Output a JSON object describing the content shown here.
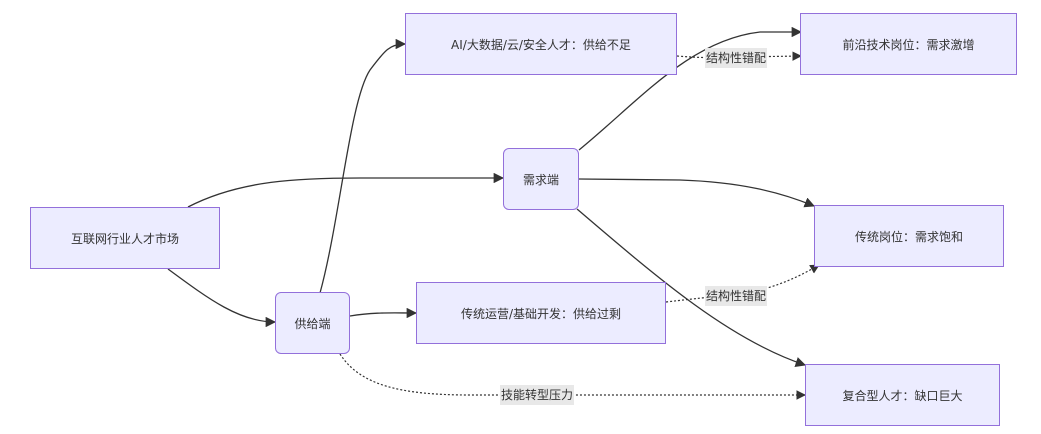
{
  "diagram": {
    "type": "flowchart",
    "direction": "LR",
    "colors": {
      "node_fill": "#ececff",
      "node_border": "#9370db",
      "edge": "#333333",
      "label_bg": "#e8e8e8",
      "text": "#333333"
    },
    "nodes": {
      "market": {
        "label": "互联网行业人才市场",
        "shape": "rect"
      },
      "supply": {
        "label": "供给端",
        "shape": "round"
      },
      "demand": {
        "label": "需求端",
        "shape": "round"
      },
      "ai_talent": {
        "label": "AI/大数据/云/安全人才：供给不足",
        "shape": "rect"
      },
      "traditional_ops": {
        "label": "传统运营/基础开发：供给过剩",
        "shape": "rect"
      },
      "frontier_jobs": {
        "label": "前沿技术岗位：需求激增",
        "shape": "rect"
      },
      "traditional_jobs": {
        "label": "传统岗位：需求饱和",
        "shape": "rect"
      },
      "composite_talent": {
        "label": "复合型人才：缺口巨大",
        "shape": "rect"
      }
    },
    "edges": [
      {
        "from": "market",
        "to": "demand",
        "style": "solid",
        "label": ""
      },
      {
        "from": "market",
        "to": "supply",
        "style": "solid",
        "label": ""
      },
      {
        "from": "supply",
        "to": "ai_talent",
        "style": "solid",
        "label": ""
      },
      {
        "from": "supply",
        "to": "traditional_ops",
        "style": "solid",
        "label": ""
      },
      {
        "from": "demand",
        "to": "frontier_jobs",
        "style": "solid",
        "label": ""
      },
      {
        "from": "demand",
        "to": "traditional_jobs",
        "style": "solid",
        "label": ""
      },
      {
        "from": "demand",
        "to": "composite_talent",
        "style": "solid",
        "label": ""
      },
      {
        "from": "ai_talent",
        "to": "frontier_jobs",
        "style": "dotted",
        "label": "结构性错配"
      },
      {
        "from": "traditional_ops",
        "to": "traditional_jobs",
        "style": "dotted",
        "label": "结构性错配"
      },
      {
        "from": "supply",
        "to": "composite_talent",
        "style": "dotted",
        "label": "技能转型压力"
      }
    ]
  }
}
